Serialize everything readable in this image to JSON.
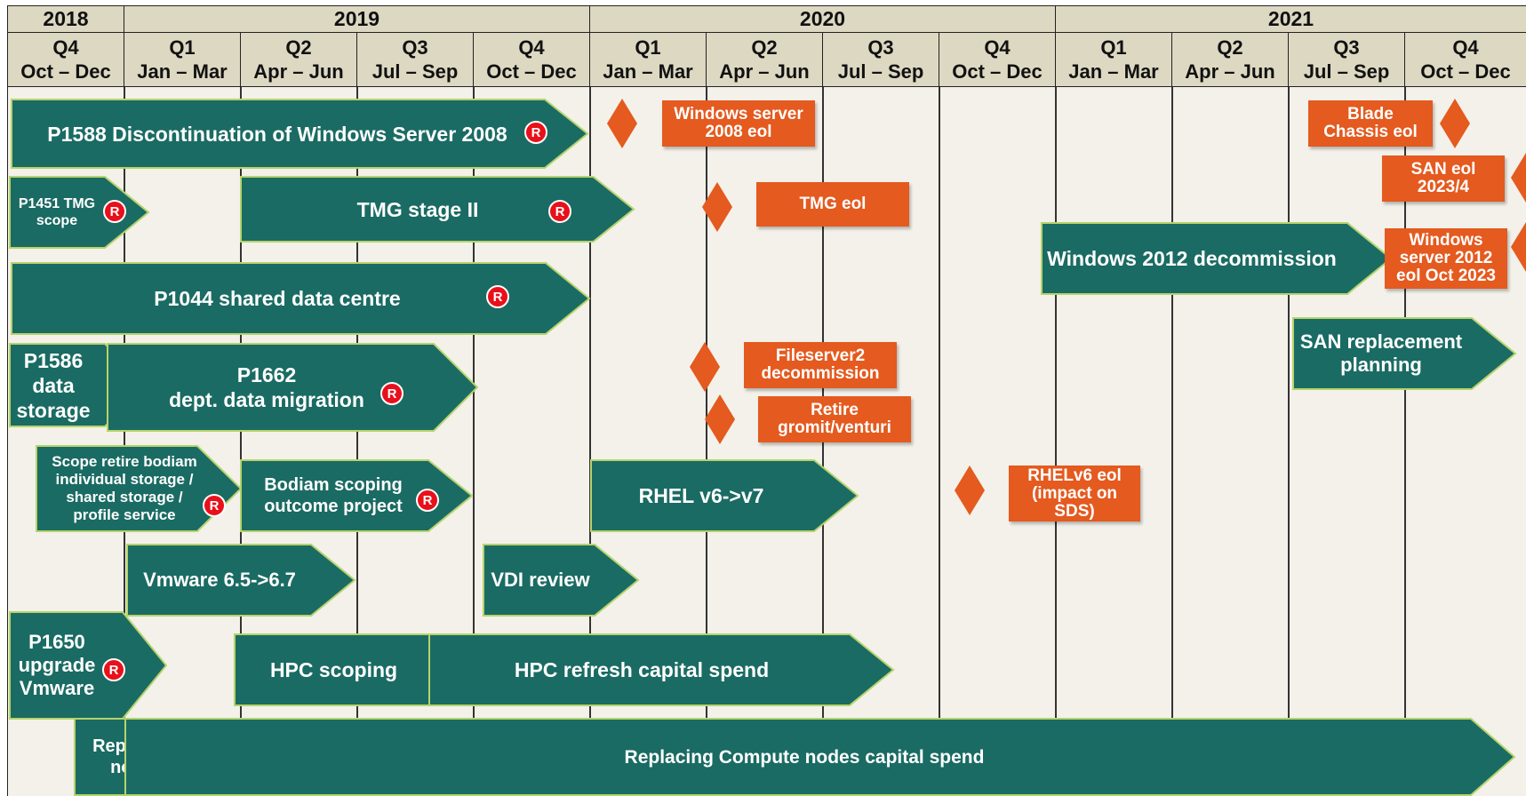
{
  "colors": {
    "bar_fill": "#1a6b63",
    "bar_border": "#b6d36b",
    "milestone": "#e45a1f",
    "badge": "#e8101a",
    "header_bg": "#ddd8c2",
    "body_bg": "#f3f1ea"
  },
  "years": [
    {
      "label": "2018",
      "quarters": 1
    },
    {
      "label": "2019",
      "quarters": 4
    },
    {
      "label": "2020",
      "quarters": 4
    },
    {
      "label": "2021",
      "quarters": 4
    }
  ],
  "quarters": [
    {
      "q": "Q4",
      "months": "Oct – Dec"
    },
    {
      "q": "Q1",
      "months": "Jan – Mar"
    },
    {
      "q": "Q2",
      "months": "Apr – Jun"
    },
    {
      "q": "Q3",
      "months": "Jul – Sep"
    },
    {
      "q": "Q4",
      "months": "Oct – Dec"
    },
    {
      "q": "Q1",
      "months": "Jan – Mar"
    },
    {
      "q": "Q2",
      "months": "Apr – Jun"
    },
    {
      "q": "Q3",
      "months": "Jul – Sep"
    },
    {
      "q": "Q4",
      "months": "Oct – Dec"
    },
    {
      "q": "Q1",
      "months": "Jan – Mar"
    },
    {
      "q": "Q2",
      "months": "Apr – Jun"
    },
    {
      "q": "Q3",
      "months": "Jul – Sep"
    },
    {
      "q": "Q4",
      "months": "Oct – Dec"
    }
  ],
  "risk_badge_label": "R",
  "projects": [
    {
      "label": "P1588 Discontinuation of Windows Server 2008",
      "risk": true
    },
    {
      "label": "P1451 TMG\nscope",
      "risk": true
    },
    {
      "label": "TMG stage II",
      "risk": true
    },
    {
      "label": "P1044 shared data centre",
      "risk": true
    },
    {
      "label": "P1586\ndata\nstorage",
      "risk": false
    },
    {
      "label": "P1662\ndept. data migration",
      "risk": true
    },
    {
      "label": "Scope retire bodiam\nindividual storage /\nshared storage /\nprofile service",
      "risk": true
    },
    {
      "label": "Bodiam scoping\noutcome project",
      "risk": true
    },
    {
      "label": "RHEL v6->v7",
      "risk": false
    },
    {
      "label": "Vmware 6.5->6.7",
      "risk": false
    },
    {
      "label": "VDI review",
      "risk": false
    },
    {
      "label": "P1650\nupgrade\nVmware",
      "risk": true
    },
    {
      "label": "HPC scoping",
      "risk": false
    },
    {
      "label": "HPC refresh capital spend",
      "risk": false
    },
    {
      "label": "Replacing Compute\nnodes planning",
      "risk": false
    },
    {
      "label": "Replacing Compute nodes capital spend",
      "risk": false
    },
    {
      "label": "Windows 2012 decommission",
      "risk": false
    },
    {
      "label": "SAN replacement\nplanning",
      "risk": false
    }
  ],
  "milestones": [
    {
      "label": "Windows server\n2008 eol"
    },
    {
      "label": "TMG eol"
    },
    {
      "label": "Fileserver2\ndecommission"
    },
    {
      "label": "Retire\ngromit/venturi"
    },
    {
      "label": "RHELv6 eol\n(impact on\nSDS)"
    },
    {
      "label": "Blade\nChassis eol"
    },
    {
      "label": "SAN eol\n2023/4"
    },
    {
      "label": "Windows\nserver 2012\neol Oct 2023"
    }
  ]
}
